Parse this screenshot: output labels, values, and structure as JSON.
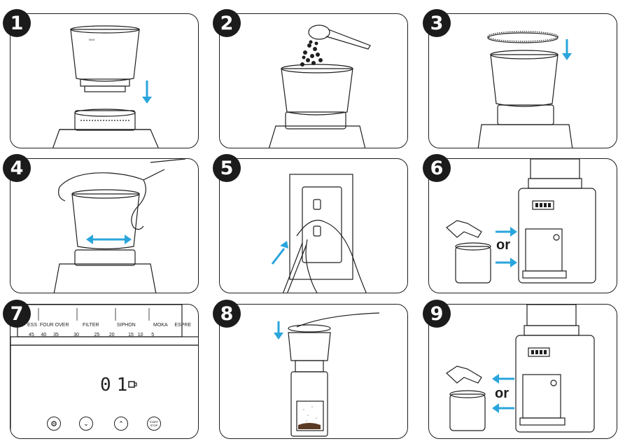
{
  "steps": [
    {
      "number": "1"
    },
    {
      "number": "2"
    },
    {
      "number": "3"
    },
    {
      "number": "4"
    },
    {
      "number": "5"
    },
    {
      "number": "6",
      "or_label": "or"
    },
    {
      "number": "7",
      "display": "01",
      "scale": {
        "marks": [
          "45",
          "40",
          "35",
          "30",
          "25",
          "20",
          "15",
          "10",
          "5"
        ],
        "sections": [
          "ESS",
          "FOUR OVER",
          "FILTER",
          "SIPHON",
          "MOKA",
          "ESPRE"
        ]
      },
      "buttons": {
        "start": "START",
        "stop": "STOP"
      }
    },
    {
      "number": "8"
    },
    {
      "number": "9",
      "or_label": "or"
    }
  ],
  "hopper_label": "MAX",
  "arrow_color": "#2aa5dc",
  "line_color": "#1e1e1e"
}
